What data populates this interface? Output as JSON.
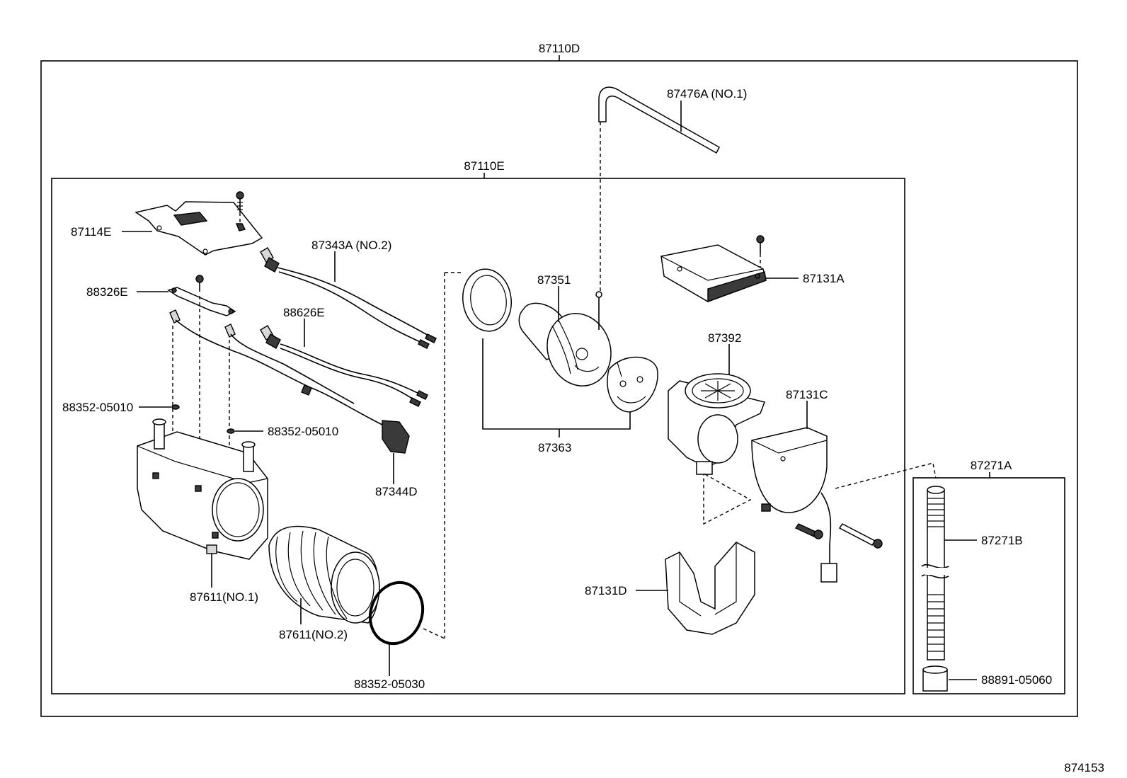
{
  "diagram_id": "874153",
  "assemblies": {
    "outer": "87110D",
    "inner": "87110E",
    "hose_kit": "87271A"
  },
  "parts": {
    "cover_plate": "87114E",
    "wire_harness_no2": "87343A (NO.2)",
    "bracket": "88326E",
    "sensor_wire": "88626E",
    "oring_small_left": "88352-05010",
    "oring_small_right": "88352-05010",
    "connector": "87344D",
    "housing_no1": "87611(NO.1)",
    "bellows_no2": "87611(NO.2)",
    "oring_large": "88352-05030",
    "rod_no1": "87476A (NO.1)",
    "duct": "87351",
    "damper": "87363",
    "motor_cover": "87131A",
    "blower_motor": "87392",
    "cover_c": "87131C",
    "bracket_d": "87131D",
    "hose": "87271B",
    "grommet": "88891-05060"
  }
}
